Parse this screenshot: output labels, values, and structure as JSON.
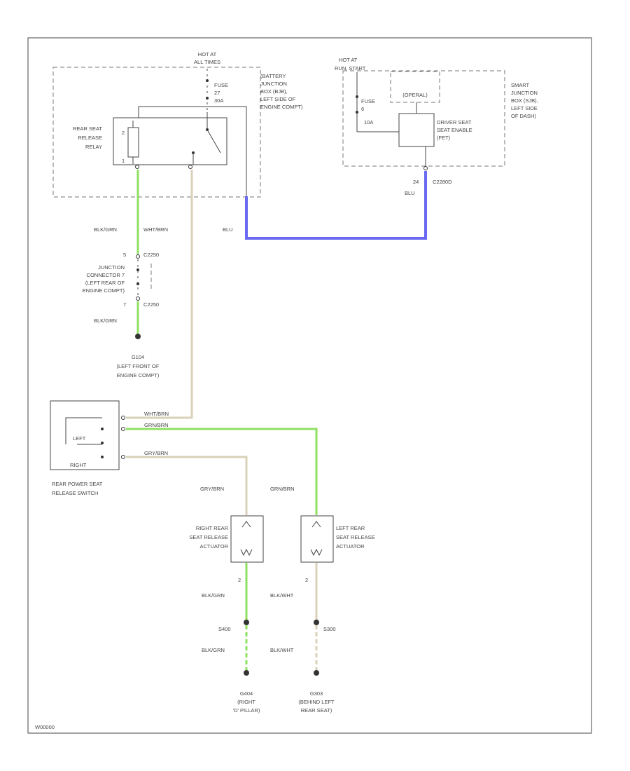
{
  "diagram_code": "W00000",
  "colors": {
    "blu": "#6a6af0",
    "grn": "#8fe060",
    "tan": "#d8d2b8",
    "line": "#444444"
  },
  "battery_jb": {
    "hot_at": "HOT AT",
    "all_times": "ALL TIMES",
    "fuse": "FUSE",
    "fuse_no": "27",
    "fuse_amp": "30A",
    "name": [
      "(BATTERY",
      "JUNCTION",
      "BOX (BJB),",
      "LEFT SIDE OF",
      "ENGINE COMPT)"
    ]
  },
  "relay": {
    "name": [
      "REAR SEAT",
      "RELEASE",
      "RELAY"
    ],
    "pin_a": "2",
    "pin_b": "1"
  },
  "smart_jb": {
    "hot_at": "HOT AT",
    "time_range": "RUN, START",
    "fuse": "FUSE",
    "fuse_no": "6",
    "fuse_amp": "10A",
    "ctrl_label": "(OPERAL)",
    "driver_name": [
      "DRIVER SEAT",
      "SEAT ENABLE",
      "(FET)"
    ],
    "name": [
      "SMART",
      "JUNCTION",
      "BOX (SJB),",
      "LEFT SIDE",
      "OF DASH)"
    ]
  },
  "conn_sjb": {
    "pin": "24",
    "id": "C2280D",
    "wire": "BLU"
  },
  "wires": {
    "relay_ground_wire": "BLK/GRN",
    "relay_out_wire": "WHT/BRN",
    "blu_wire": "BLU"
  },
  "junction": {
    "name": [
      "JUNCTION",
      "CONNECTOR 7",
      "(LEFT REAR OF",
      "ENGINE COMPT)"
    ],
    "pin_top": "5",
    "conn_top": "C2250",
    "pin_bot": "7",
    "conn_bot": "C2250",
    "wire_below": "BLK/GRN"
  },
  "ground_g104": {
    "id": "G104",
    "loc": [
      "(LEFT FRONT OF",
      "ENGINE COMPT)"
    ]
  },
  "switch": {
    "left": "LEFT",
    "right": "RIGHT",
    "name": [
      "REAR POWER SEAT",
      "RELEASE SWITCH"
    ],
    "wire1": "WHT/BRN",
    "wire2": "GRN/BRN",
    "wire3": "GRY/BRN"
  },
  "right_actuator": {
    "in_wire": "GRY/BRN",
    "name": [
      "RIGHT REAR",
      "SEAT RELEASE",
      "ACTUATOR"
    ],
    "pin": "2",
    "out_wire": "BLK/GRN",
    "splice": "S400",
    "wire_below": "BLK/GRN",
    "ground": "G404",
    "ground_loc": [
      "(RIGHT",
      "'D' PILLAR)"
    ]
  },
  "left_actuator": {
    "in_wire": "GRN/BRN",
    "name": [
      "LEFT REAR",
      "SEAT RELEASE",
      "ACTUATOR"
    ],
    "pin": "2",
    "out_wire": "BLK/WHT",
    "splice": "S300",
    "wire_below": "BLK/WHT",
    "ground": "G303",
    "ground_loc": [
      "(BEHIND LEFT",
      "REAR SEAT)"
    ]
  }
}
